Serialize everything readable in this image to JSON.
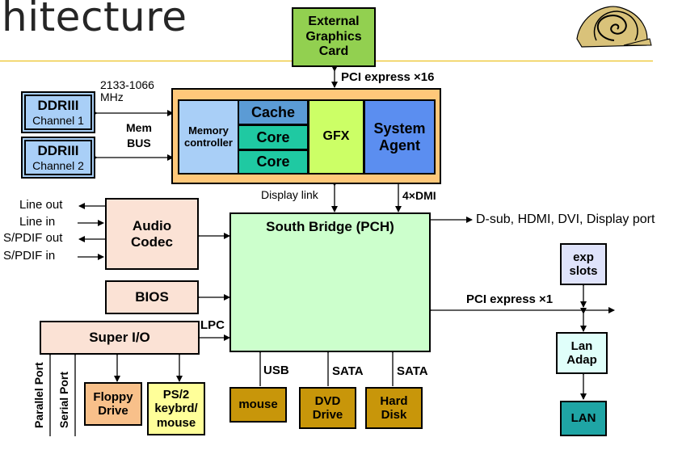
{
  "slide": {
    "title": "hitecture"
  },
  "diagram": {
    "cpu": {
      "memory_controller": "Memory\ncontroller",
      "cache": "Cache",
      "core1": "Core",
      "core2": "Core",
      "gfx": "GFX",
      "system_agent": "System\nAgent"
    },
    "external_graphics": "External\nGraphics\nCard",
    "ddr1": {
      "title": "DDRIII",
      "sub": "Channel 1"
    },
    "ddr2": {
      "title": "DDRIII",
      "sub": "Channel 2"
    },
    "mem_speed": "2133-1066\nMHz",
    "mem_bus": "Mem\nBUS",
    "pci_x16": "PCI express ×16",
    "display_link": "Display link",
    "dmi": "4×DMI",
    "south_bridge": "South Bridge (PCH)",
    "display_out": "D-sub, HDMI, DVI, Display port",
    "audio_codec": "Audio\nCodec",
    "audio_ports": [
      "Line out",
      "Line in",
      "S/PDIF out",
      "S/PDIF in"
    ],
    "bios": "BIOS",
    "lpc": "LPC",
    "super_io": "Super I/O",
    "parallel_port": "Parallel Port",
    "serial_port": "Serial Port",
    "floppy": "Floppy\nDrive",
    "ps2": "PS/2\nkeybrd/\nmouse",
    "usb": "USB",
    "sata1": "SATA",
    "sata2": "SATA",
    "mouse": "mouse",
    "dvd": "DVD\nDrive",
    "hdd": "Hard\nDisk",
    "pci_x1": "PCI express ×1",
    "exp_slots": "exp\nslots",
    "lan_adap": "Lan\nAdap",
    "lan": "LAN"
  },
  "colors": {
    "cpu_package": "#ffc87a",
    "memory_controller": "#a9cff7",
    "cache": "#5b9bd5",
    "core": "#1fc9a2",
    "gfx": "#ccff66",
    "system_agent": "#5b8ef0",
    "external_graphics": "#92d050",
    "ddr": "#a9cff7",
    "south_bridge": "#ccffcc",
    "peach": "#fbe2d5",
    "floppy": "#f8c08a",
    "ps2": "#ffff99",
    "storage": "#c8960a",
    "exp": "#dfe3fb",
    "lan_adap": "#e0fffa",
    "lan": "#1fa5a5",
    "title_rule": "#e8b800"
  }
}
